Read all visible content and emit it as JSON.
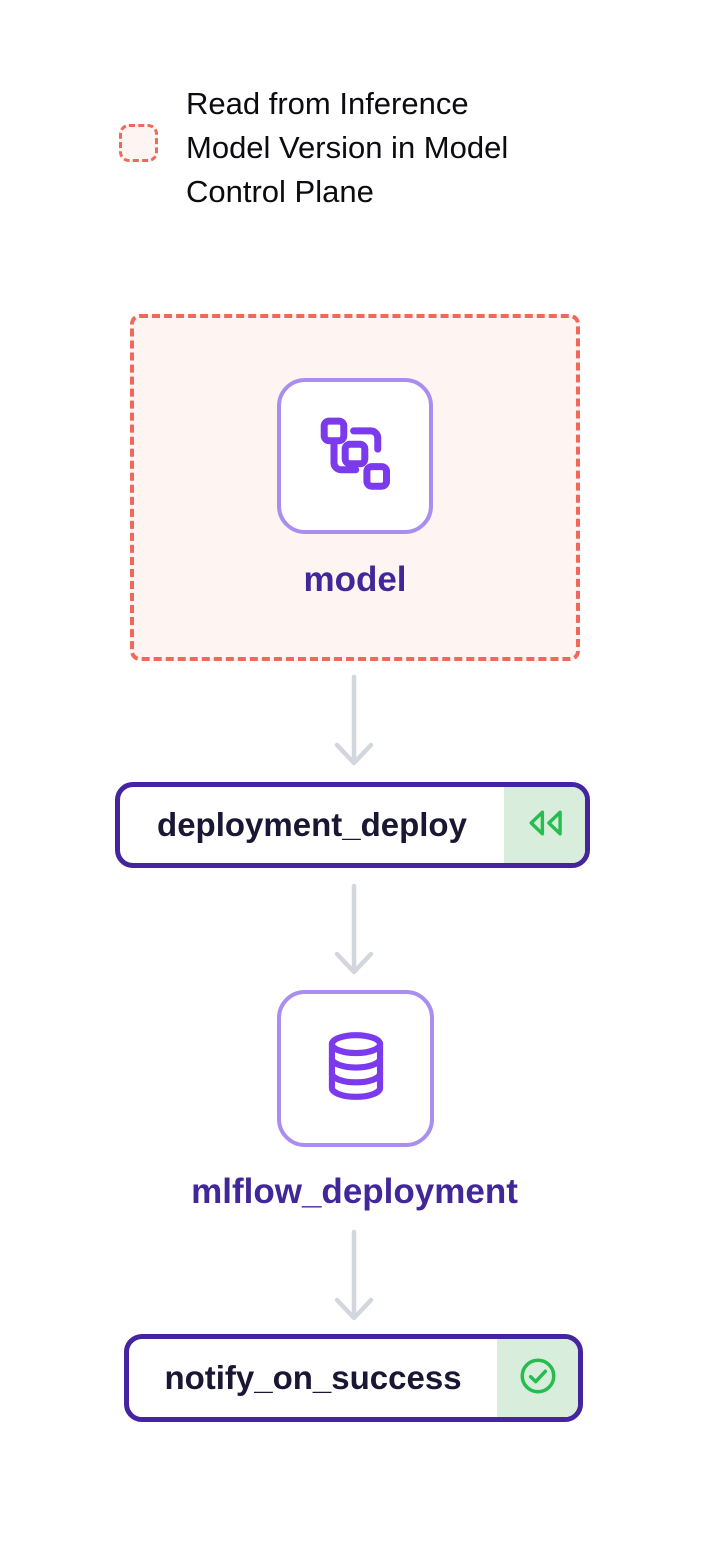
{
  "legend": {
    "swatch_icon": "dashed-model-version-swatch",
    "lines": [
      "Read from Inference",
      "Model Version in Model",
      "Control Plane"
    ]
  },
  "dag": {
    "model_node": {
      "label": "model",
      "icon": "model-icon"
    },
    "step_deploy": {
      "label": "deployment_deploy",
      "status": "cached",
      "status_icon": "rewind-icon"
    },
    "artifact_node": {
      "label": "mlflow_deployment",
      "icon": "database-icon"
    },
    "step_notify": {
      "label": "notify_on_success",
      "status": "success",
      "status_icon": "check-circle-icon"
    }
  },
  "colors": {
    "accent_red": "#F0685A",
    "pink_fill": "#FEF4F2",
    "purple_border_light": "#A98EF0",
    "purple_icon": "#7C3AED",
    "purple_text": "#42279B",
    "node_border": "#44259F",
    "node_text": "#191734",
    "green_icon": "#25BD4E",
    "green_fill": "#D8EDDC",
    "arrow_gray": "#D2D6DD"
  }
}
